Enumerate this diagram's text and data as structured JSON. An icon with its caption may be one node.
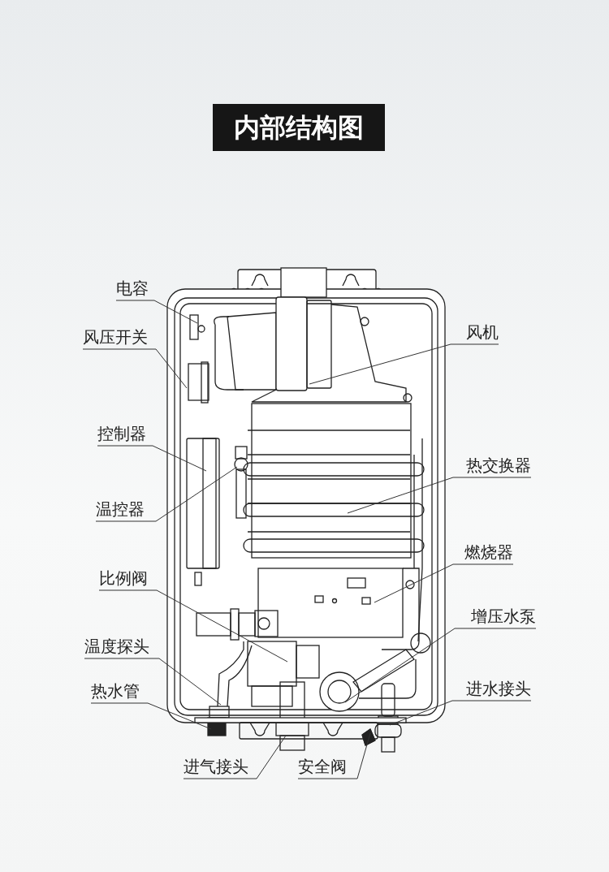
{
  "diagram": {
    "title": "内部结构图",
    "nodes": [
      {
        "text": [
          "电容"
        ]
      },
      {
        "text": [
          "风压开关"
        ]
      },
      {
        "text": [
          "控制器"
        ]
      },
      {
        "text": [
          "温控器"
        ]
      },
      {
        "text": [
          "比例阀"
        ]
      },
      {
        "text": [
          "温度探头"
        ]
      },
      {
        "text": [
          "热水管"
        ]
      },
      {
        "text": [
          "进气接头"
        ]
      },
      {
        "text": [
          "安全阀"
        ]
      },
      {
        "text": [
          "风机"
        ]
      },
      {
        "text": [
          "热交换器"
        ]
      },
      {
        "text": [
          "燃烧器"
        ]
      },
      {
        "text": [
          "增压水泵"
        ]
      },
      {
        "text": [
          "进水接头"
        ]
      }
    ],
    "edges": [
      {
        "from": 0,
        "to": null,
        "arrow": "none"
      },
      {
        "from": 1,
        "to": null,
        "arrow": "none"
      },
      {
        "from": 2,
        "to": null,
        "arrow": "none"
      },
      {
        "from": 3,
        "to": null,
        "arrow": "none"
      },
      {
        "from": 4,
        "to": null,
        "arrow": "none"
      },
      {
        "from": 5,
        "to": null,
        "arrow": "none"
      },
      {
        "from": 6,
        "to": null,
        "arrow": "none"
      },
      {
        "from": 7,
        "to": null,
        "arrow": "none"
      },
      {
        "from": 8,
        "to": null,
        "arrow": "none"
      },
      {
        "from": 9,
        "to": null,
        "arrow": "none"
      },
      {
        "from": 10,
        "to": null,
        "arrow": "none"
      },
      {
        "from": 11,
        "to": null,
        "arrow": "none"
      },
      {
        "from": 12,
        "to": null,
        "arrow": "none"
      },
      {
        "from": 13,
        "to": null,
        "arrow": "none"
      }
    ]
  }
}
